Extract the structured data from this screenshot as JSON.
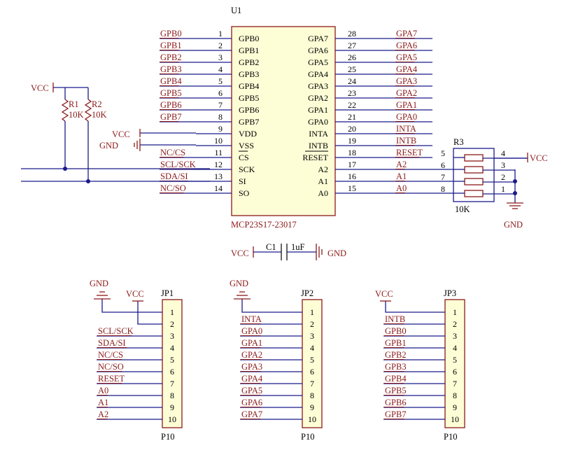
{
  "u1": {
    "designator": "U1",
    "part": "MCP23S17-23017",
    "left_pins": [
      {
        "num": "1",
        "name": "GPB0",
        "net": "GPB0"
      },
      {
        "num": "2",
        "name": "GPB1",
        "net": "GPB1"
      },
      {
        "num": "3",
        "name": "GPB2",
        "net": "GPB2"
      },
      {
        "num": "4",
        "name": "GPB3",
        "net": "GPB3"
      },
      {
        "num": "5",
        "name": "GPB4",
        "net": "GPB4"
      },
      {
        "num": "6",
        "name": "GPB5",
        "net": "GPB5"
      },
      {
        "num": "7",
        "name": "GPB6",
        "net": "GPB6"
      },
      {
        "num": "8",
        "name": "GPB7",
        "net": "GPB7"
      },
      {
        "num": "9",
        "name": "VDD",
        "net": ""
      },
      {
        "num": "10",
        "name": "VSS",
        "net": ""
      },
      {
        "num": "11",
        "name": "CS",
        "net": "NC/CS"
      },
      {
        "num": "12",
        "name": "SCK",
        "net": "SCL/SCK"
      },
      {
        "num": "13",
        "name": "SI",
        "net": "SDA/SI"
      },
      {
        "num": "14",
        "name": "SO",
        "net": "NC/SO"
      }
    ],
    "right_pins": [
      {
        "num": "28",
        "name": "GPA7",
        "net": "GPA7"
      },
      {
        "num": "27",
        "name": "GPA6",
        "net": "GPA6"
      },
      {
        "num": "26",
        "name": "GPA5",
        "net": "GPA5"
      },
      {
        "num": "25",
        "name": "GPA4",
        "net": "GPA4"
      },
      {
        "num": "24",
        "name": "GPA3",
        "net": "GPA3"
      },
      {
        "num": "23",
        "name": "GPA2",
        "net": "GPA2"
      },
      {
        "num": "22",
        "name": "GPA1",
        "net": "GPA1"
      },
      {
        "num": "21",
        "name": "GPA0",
        "net": "GPA0"
      },
      {
        "num": "20",
        "name": "INTA",
        "net": "INTA"
      },
      {
        "num": "19",
        "name": "INTB",
        "net": "INTB"
      },
      {
        "num": "18",
        "name": "RESET",
        "net": "RESET"
      },
      {
        "num": "17",
        "name": "A2",
        "net": "A2"
      },
      {
        "num": "16",
        "name": "A1",
        "net": "A1"
      },
      {
        "num": "15",
        "name": "A0",
        "net": "A0"
      }
    ],
    "vcc_label": "VCC",
    "gnd_label": "GND"
  },
  "pullups": {
    "vcc_label": "VCC",
    "r1": {
      "designator": "R1",
      "value": "10K"
    },
    "r2": {
      "designator": "R2",
      "value": "10K"
    }
  },
  "r3": {
    "designator": "R3",
    "value": "10K",
    "left_pins": [
      "5",
      "6",
      "7",
      "8"
    ],
    "right_pins": [
      "4",
      "3",
      "2",
      "1"
    ],
    "vcc_label": "VCC",
    "gnd_label": "GND"
  },
  "c1": {
    "designator": "C1",
    "value": "1uF",
    "vcc_label": "VCC",
    "gnd_label": "GND"
  },
  "headers": [
    {
      "designator": "JP1",
      "footprint": "P10",
      "power_labels": [
        "GND",
        "VCC"
      ],
      "nets": [
        "GND",
        "VCC",
        "SCL/SCK",
        "SDA/SI",
        "NC/CS",
        "NC/SO",
        "RESET",
        "A0",
        "A1",
        "A2"
      ],
      "pins": [
        "1",
        "2",
        "3",
        "4",
        "5",
        "6",
        "7",
        "8",
        "9",
        "10"
      ]
    },
    {
      "designator": "JP2",
      "footprint": "P10",
      "power_labels": [
        "GND"
      ],
      "nets": [
        "GND",
        "INTA",
        "GPA0",
        "GPA1",
        "GPA2",
        "GPA3",
        "GPA4",
        "GPA5",
        "GPA6",
        "GPA7"
      ],
      "pins": [
        "1",
        "2",
        "3",
        "4",
        "5",
        "6",
        "7",
        "8",
        "9",
        "10"
      ]
    },
    {
      "designator": "JP3",
      "footprint": "P10",
      "power_labels": [
        "VCC"
      ],
      "nets": [
        "VCC",
        "INTB",
        "GPB0",
        "GPB1",
        "GPB2",
        "GPB3",
        "GPB4",
        "GPB5",
        "GPB6",
        "GPB7"
      ],
      "pins": [
        "1",
        "2",
        "3",
        "4",
        "5",
        "6",
        "7",
        "8",
        "9",
        "10"
      ]
    }
  ]
}
